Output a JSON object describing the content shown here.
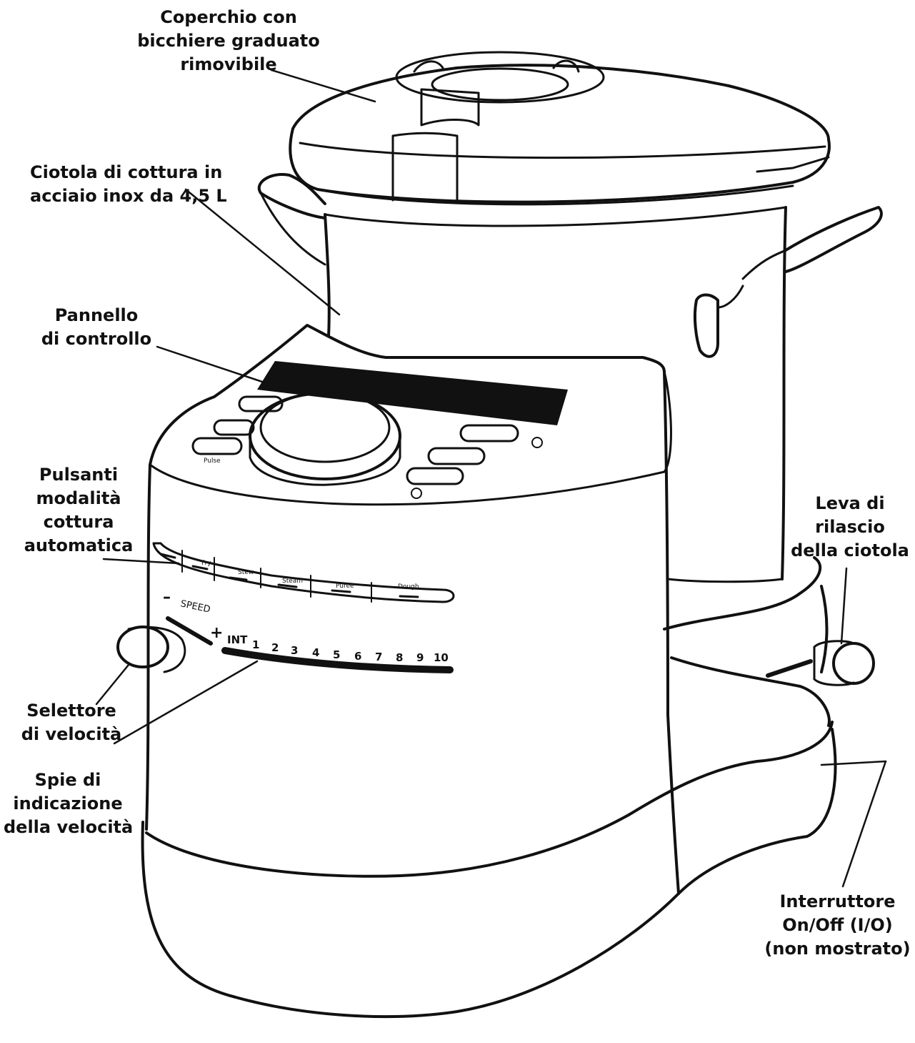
{
  "labels": {
    "lid": [
      "Coperchio con",
      "bicchiere graduato",
      "rimovibile"
    ],
    "bowl": [
      "Ciotola di cottura in",
      "acciaio inox da 4,5 L"
    ],
    "panel": [
      "Pannello",
      "di controllo"
    ],
    "modes": [
      "Pulsanti",
      "modalità",
      "cottura",
      "automatica"
    ],
    "release": [
      "Leva di",
      "rilascio",
      "della ciotola"
    ],
    "speed_selector": [
      "Selettore",
      "di velocità"
    ],
    "speed_lights": [
      "Spie di",
      "indicazione",
      "della velocità"
    ],
    "switch": [
      "Interruttore",
      "On/Off (I/O)",
      "(non mostrato)"
    ]
  },
  "device": {
    "speed_word": "SPEED",
    "minus": "–",
    "plus": "+",
    "speeds": [
      "INT",
      "1",
      "2",
      "3",
      "4",
      "5",
      "6",
      "7",
      "8",
      "9",
      "10"
    ],
    "mode_buttons": [
      "",
      "Fry",
      "Stew",
      "Steam",
      "Puree",
      "Dough"
    ],
    "panel_left_text": "Pulse"
  }
}
